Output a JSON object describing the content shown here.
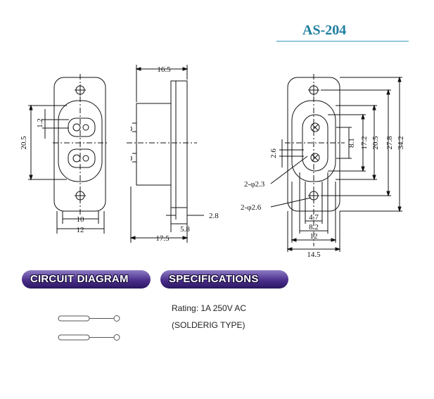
{
  "title": "AS-204",
  "sections": {
    "circuit_diagram": "CIRCUIT DIAGRAM",
    "specifications": "SPECIFICATIONS"
  },
  "specs": {
    "rating": "Rating: 1A 250V AC",
    "type": "(SOLDERIG TYPE)"
  },
  "front_view": {
    "dim_height": "20.5",
    "dim_pin_offset": "1.2",
    "dim_inner_width": "10",
    "dim_outer_width": "12"
  },
  "side_view": {
    "dim_flange_top": "16.5",
    "dim_rear": "5.8",
    "dim_flange_thickness": "2.8",
    "dim_total": "17.5"
  },
  "back_view": {
    "dim_2_6": "2.6",
    "dim_hole_small": "2-φ2.3",
    "dim_hole_large": "2-φ2.6",
    "dim_8_1": "8.1",
    "dim_17_2": "17.2",
    "dim_20_5": "20.5",
    "dim_27_8": "27.8",
    "dim_34_2": "34.2",
    "dim_4_7": "4.7",
    "dim_8_2": "8.2",
    "dim_12": "12",
    "dim_14_5": "14.5"
  },
  "colors": {
    "title": "#1f7fa0",
    "pill_dark": "#2a1760",
    "pill_light": "#8d7cc4",
    "line": "#111111"
  }
}
